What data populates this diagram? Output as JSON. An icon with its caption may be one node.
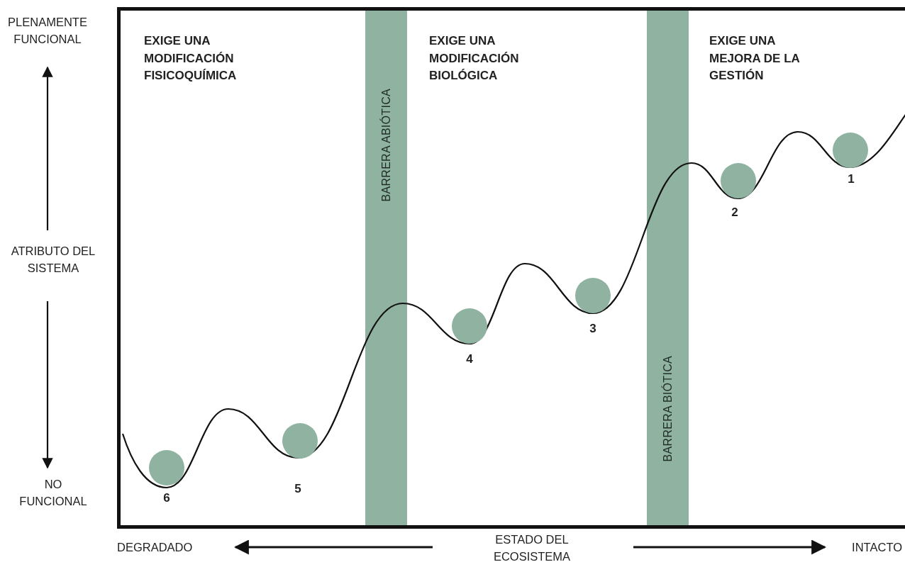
{
  "diagram": {
    "nodes": [
      {
        "text": [
          "BARRERA ABIÓTICA"
        ]
      },
      {
        "text": [
          "BARRERA BIÓTICA"
        ]
      }
    ],
    "labels": [
      "PLENAMENTE FUNCIONAL",
      "EXIGE UNA MODIFICACIÓN FISICOQUÍMICA",
      "EXIGE UNA MODIFICACIÓN BIOLÓGICA",
      "EXIGE UNA MEJORA DE LA GESTIÓN",
      "1",
      "2",
      "ATRIBUTO DEL SISTEMA",
      "3",
      "4",
      "NO FUNCIONAL",
      "5",
      "6",
      "DEGRADADO",
      "ESTADO DEL ECOSISTEMA",
      "INTACTO"
    ]
  }
}
